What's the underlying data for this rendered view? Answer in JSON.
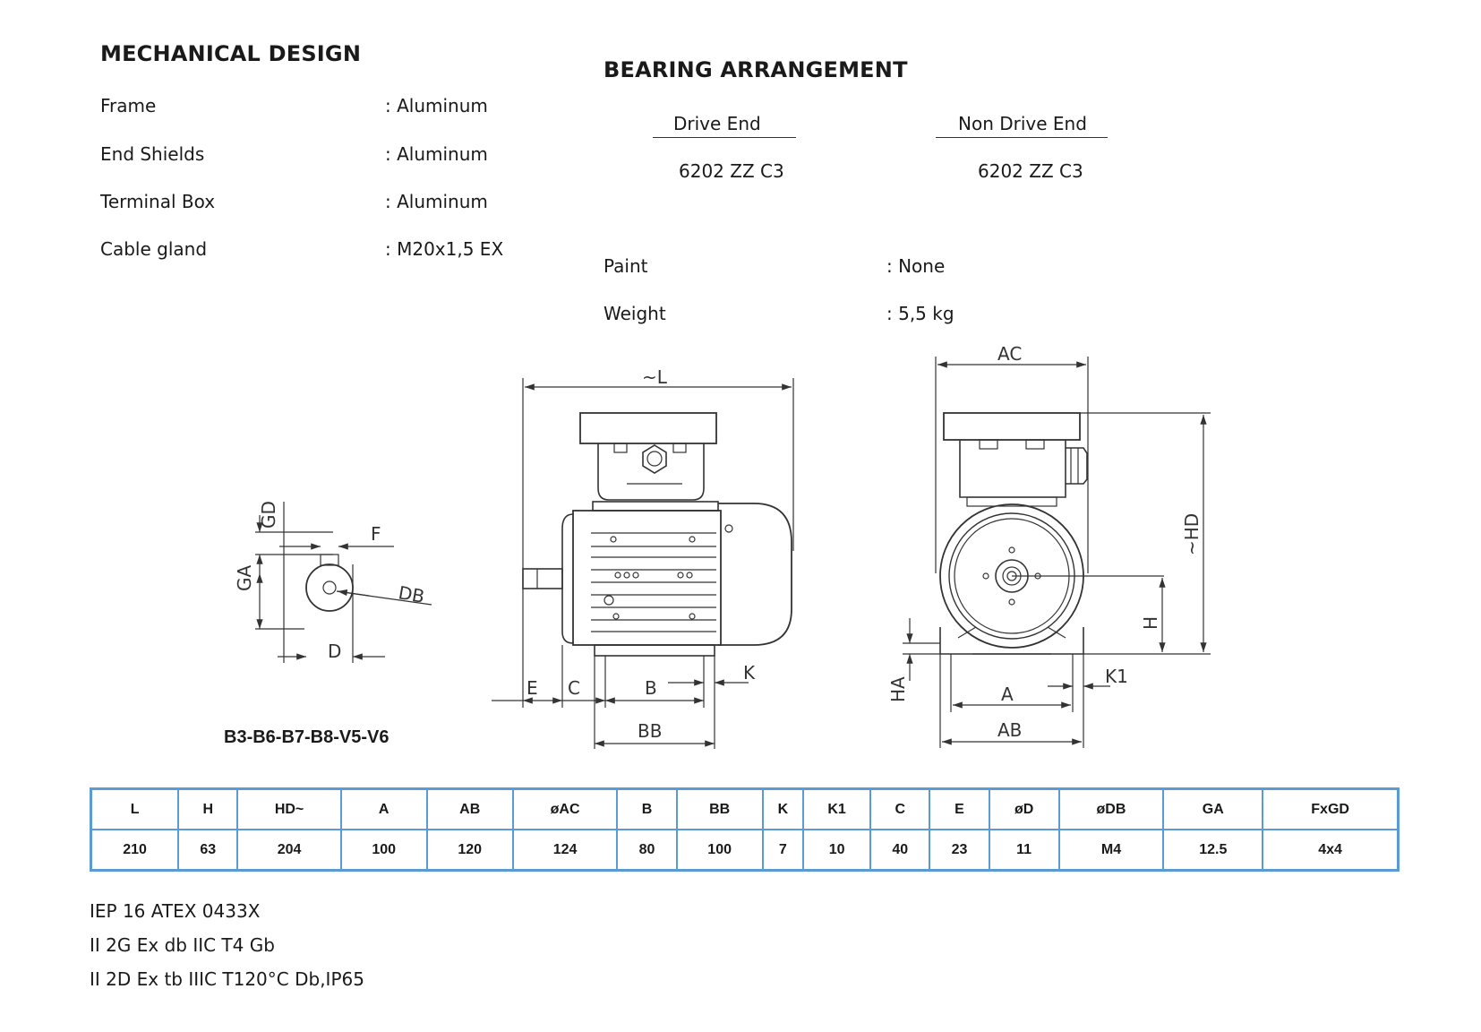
{
  "mechanical": {
    "title": "MECHANICAL DESIGN",
    "rows": [
      {
        "label": "Frame",
        "value": ": Aluminum"
      },
      {
        "label": "End Shields",
        "value": ": Aluminum"
      },
      {
        "label": "Terminal Box",
        "value": ": Aluminum"
      },
      {
        "label": "Cable gland",
        "value": ": M20x1,5 EX"
      }
    ]
  },
  "bearing": {
    "title": "BEARING ARRANGEMENT",
    "drive_end_label": "Drive End",
    "drive_end_value": "6202 ZZ C3",
    "non_drive_end_label": "Non Drive End",
    "non_drive_end_value": "6202 ZZ C3"
  },
  "extra": {
    "paint_label": "Paint",
    "paint_value": ": None",
    "weight_label": "Weight",
    "weight_value": ": 5,5 kg"
  },
  "drawing": {
    "mount_code": "B3-B6-B7-B8-V5-V6",
    "labels": {
      "L": "~L",
      "GD": "GD",
      "F": "F",
      "GA": "GA",
      "DB": "DB",
      "D": "D",
      "E": "E",
      "C": "C",
      "B": "B",
      "K": "K",
      "BB": "BB",
      "AC": "AC",
      "HD": "~HD",
      "H": "H",
      "HA": "HA",
      "A": "A",
      "K1": "K1",
      "AB": "AB"
    }
  },
  "table": {
    "headers": [
      "L",
      "H",
      "HD~",
      "A",
      "AB",
      "øAC",
      "B",
      "BB",
      "K",
      "K1",
      "C",
      "E",
      "øD",
      "øDB",
      "GA",
      "FxGD"
    ],
    "values": [
      "210",
      "63",
      "204",
      "100",
      "120",
      "124",
      "80",
      "100",
      "7",
      "10",
      "40",
      "23",
      "11",
      "M4",
      "12.5",
      "4x4"
    ]
  },
  "certs": [
    "IEP 16 ATEX 0433X",
    "II 2G Ex db IIC T4 Gb",
    "II 2D Ex tb IIIC T120°C Db,IP65"
  ]
}
